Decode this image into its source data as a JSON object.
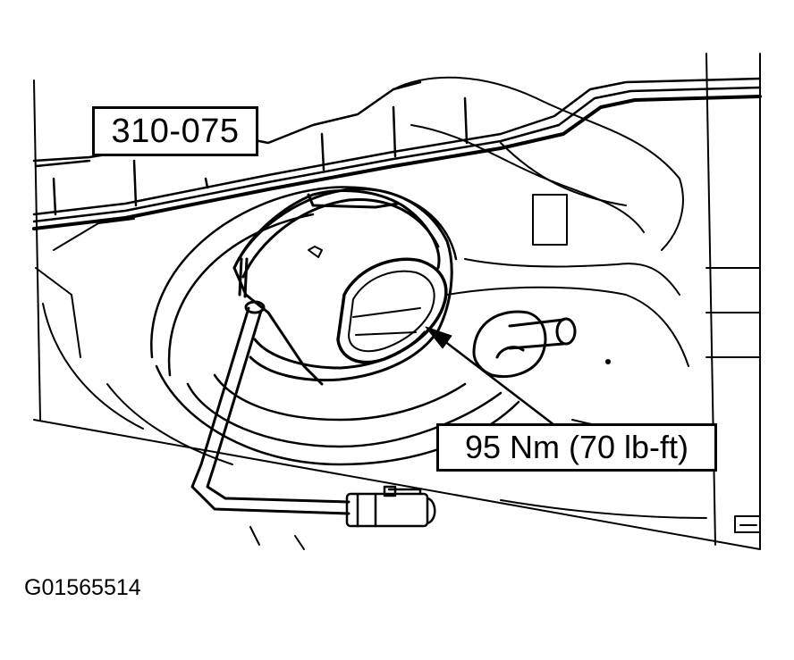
{
  "labels": {
    "tool_number": "310-075",
    "torque_spec": "95 Nm (70 lb-ft)",
    "figure_id": "G01565514"
  },
  "colors": {
    "line": "#000000",
    "background": "#ffffff"
  }
}
